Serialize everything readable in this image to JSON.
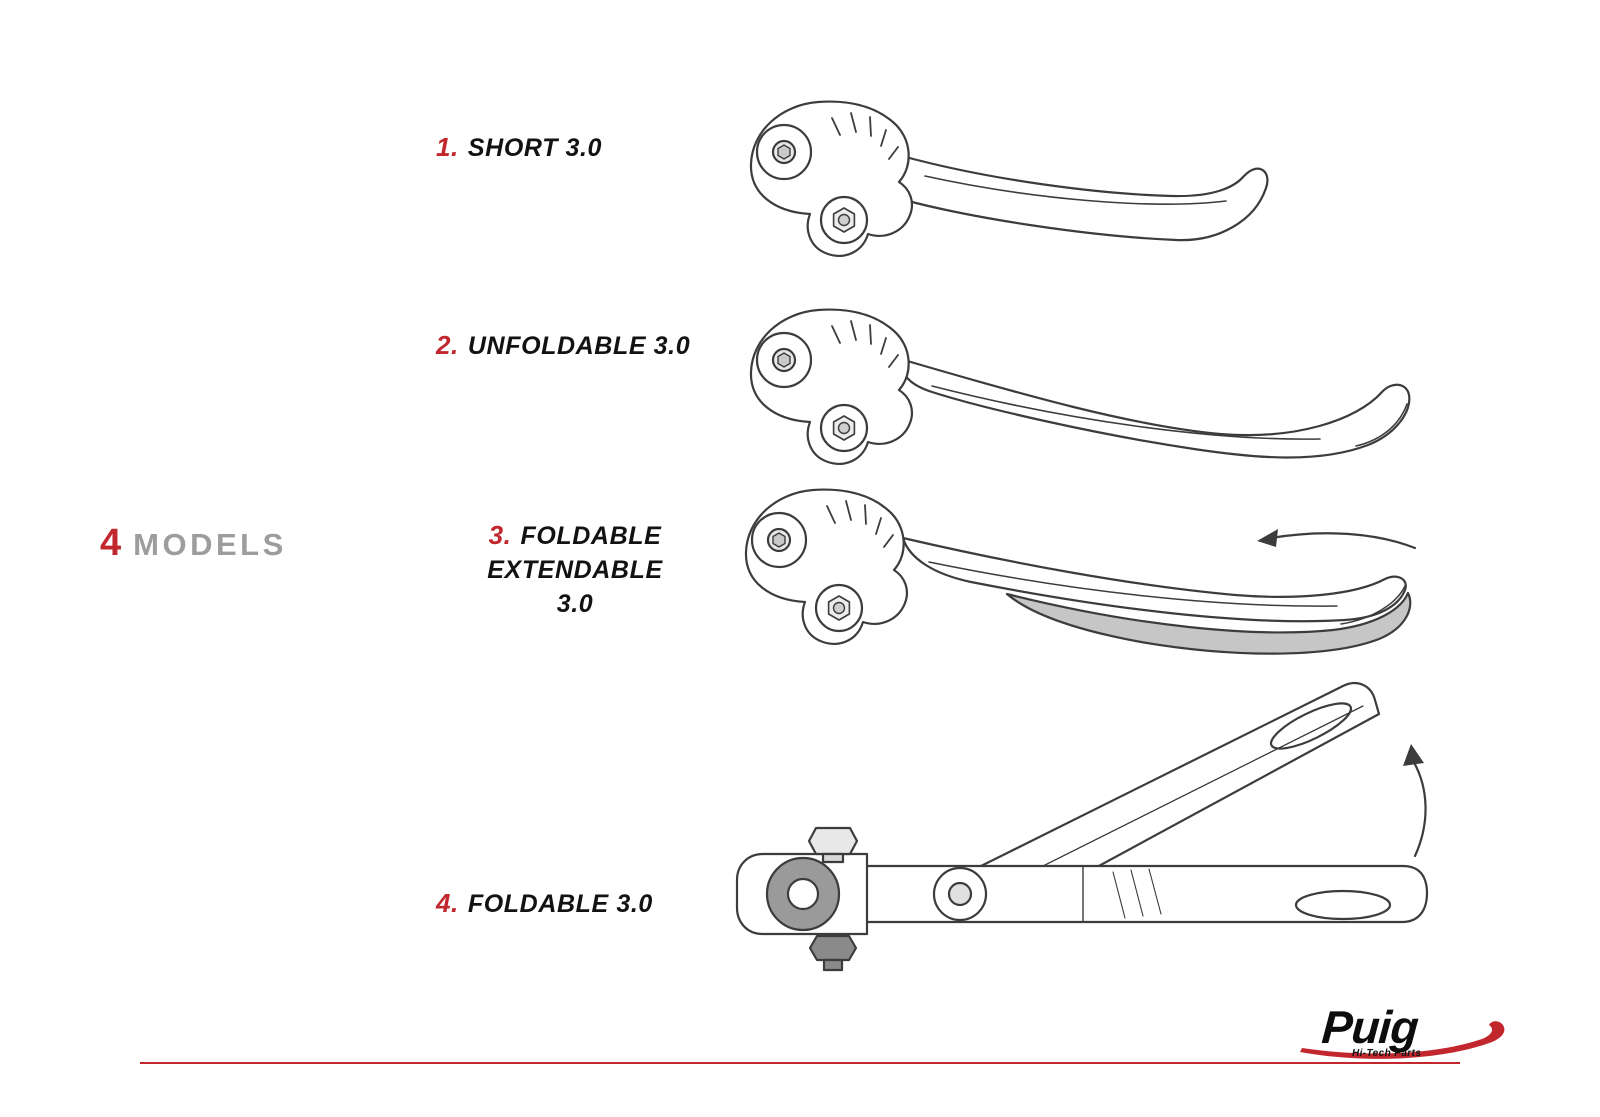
{
  "colors": {
    "accent_red": "#c1272d",
    "muted_gray": "#9d9d9c",
    "ink": "#121212",
    "sketch_line": "#3c3c3c",
    "blade_shade": "#c6c6c6"
  },
  "models_header": {
    "count": "4",
    "label": "MODELS"
  },
  "items": [
    {
      "num": "1.",
      "label": "SHORT 3.0"
    },
    {
      "num": "2.",
      "label": "UNFOLDABLE 3.0"
    },
    {
      "num": "3.",
      "label": "FOLDABLE EXTENDABLE",
      "label_line2": "3.0"
    },
    {
      "num": "4.",
      "label": "FOLDABLE 3.0"
    }
  ],
  "logo": {
    "brand": "Puig",
    "tagline": "Hi-Tech Parts"
  }
}
